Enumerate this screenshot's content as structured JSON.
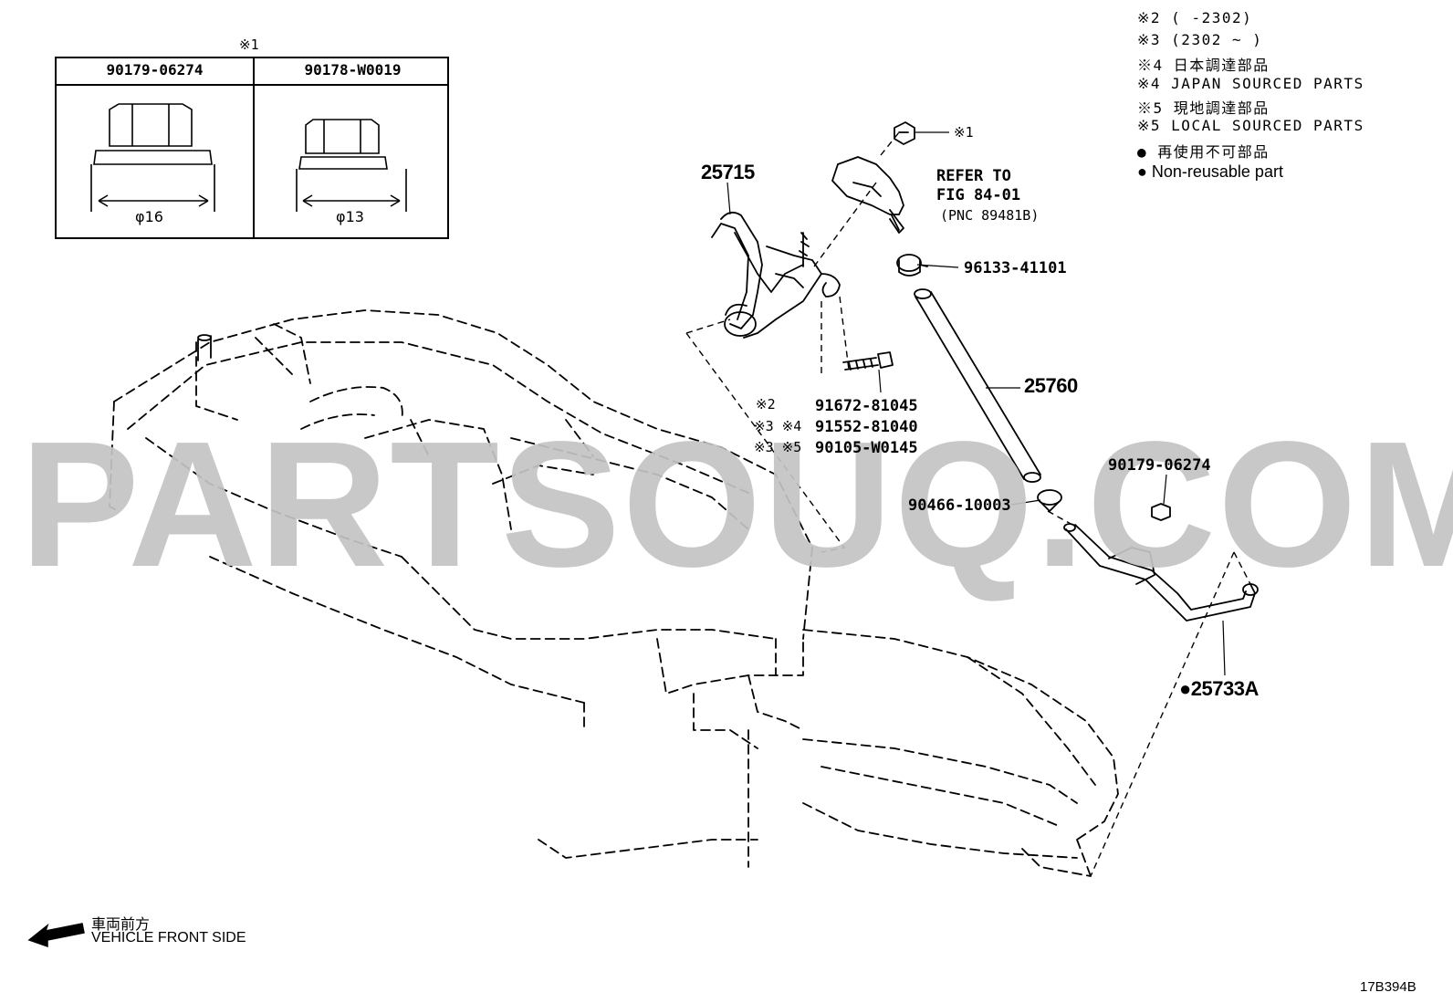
{
  "watermark": "PARTSOUQ.COM",
  "table": {
    "note": "※1",
    "col1_part": "90179-06274",
    "col2_part": "90178-W0019",
    "col1_dim": "16",
    "col2_dim": "13",
    "dim_symbol": "φ"
  },
  "legend": {
    "line1": "※2 (     -2302)",
    "line2": "※3 (2302 ~      )",
    "line3": "※4 日本調達部品",
    "line4": "※4 JAPAN SOURCED PARTS",
    "line5": "※5 現地調達部品",
    "line6": "※5 LOCAL SOURCED PARTS",
    "line7": "● 再使用不可部品",
    "line8": "● Non-reusable part"
  },
  "callouts": {
    "p25715": "25715",
    "p25760": "25760",
    "p25733a": "●25733A",
    "note1": "※1",
    "refer_line1": "REFER TO",
    "refer_line2": "FIG 84-01",
    "refer_line3": "(PNC 89481B)",
    "p96133": "96133-41101",
    "p91672": "91672-81045",
    "p91552_prefix": "※3 ※4",
    "p91552": "91552-81040",
    "p90105_prefix": "※3 ※5",
    "p90105": "90105-W0145",
    "p2_note": "※2",
    "p90466": "90466-10003",
    "p90179": "90179-06274"
  },
  "direction": {
    "jp": "車両前方",
    "en": "VEHICLE FRONT SIDE"
  },
  "figure_code": "17B394B"
}
